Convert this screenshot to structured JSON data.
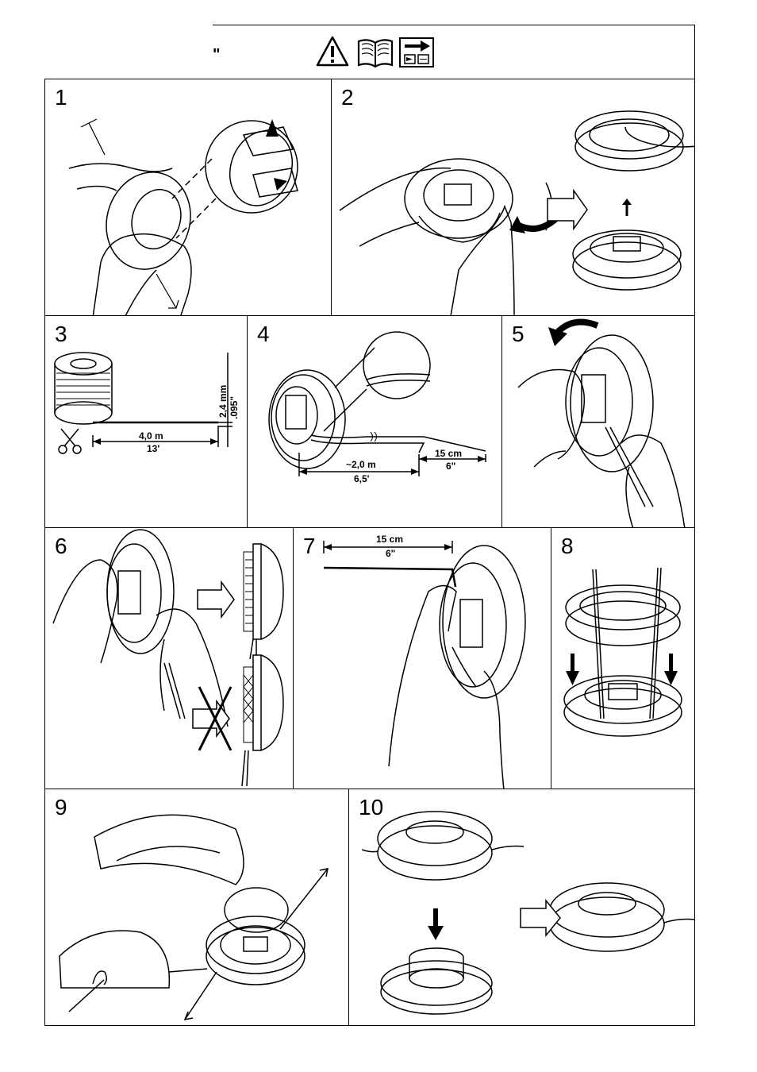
{
  "header": {
    "quote_mark": "\"",
    "icons": [
      "warning-icon",
      "manual-book-icon",
      "see-reference-icon"
    ]
  },
  "steps": [
    {
      "number": "1"
    },
    {
      "number": "2"
    },
    {
      "number": "3",
      "dims": {
        "length_m": "4,0 m",
        "length_ft": "13'",
        "diameter_mm": "2,4 mm",
        "diameter_in": ".095\""
      }
    },
    {
      "number": "4",
      "dims": {
        "half_m": "~2,0 m",
        "half_ft": "6,5'",
        "tail_cm": "15 cm",
        "tail_in": "6\""
      }
    },
    {
      "number": "5"
    },
    {
      "number": "6"
    },
    {
      "number": "7",
      "dims": {
        "tail_cm": "15 cm",
        "tail_in": "6\""
      }
    },
    {
      "number": "8"
    },
    {
      "number": "9"
    },
    {
      "number": "10"
    }
  ]
}
